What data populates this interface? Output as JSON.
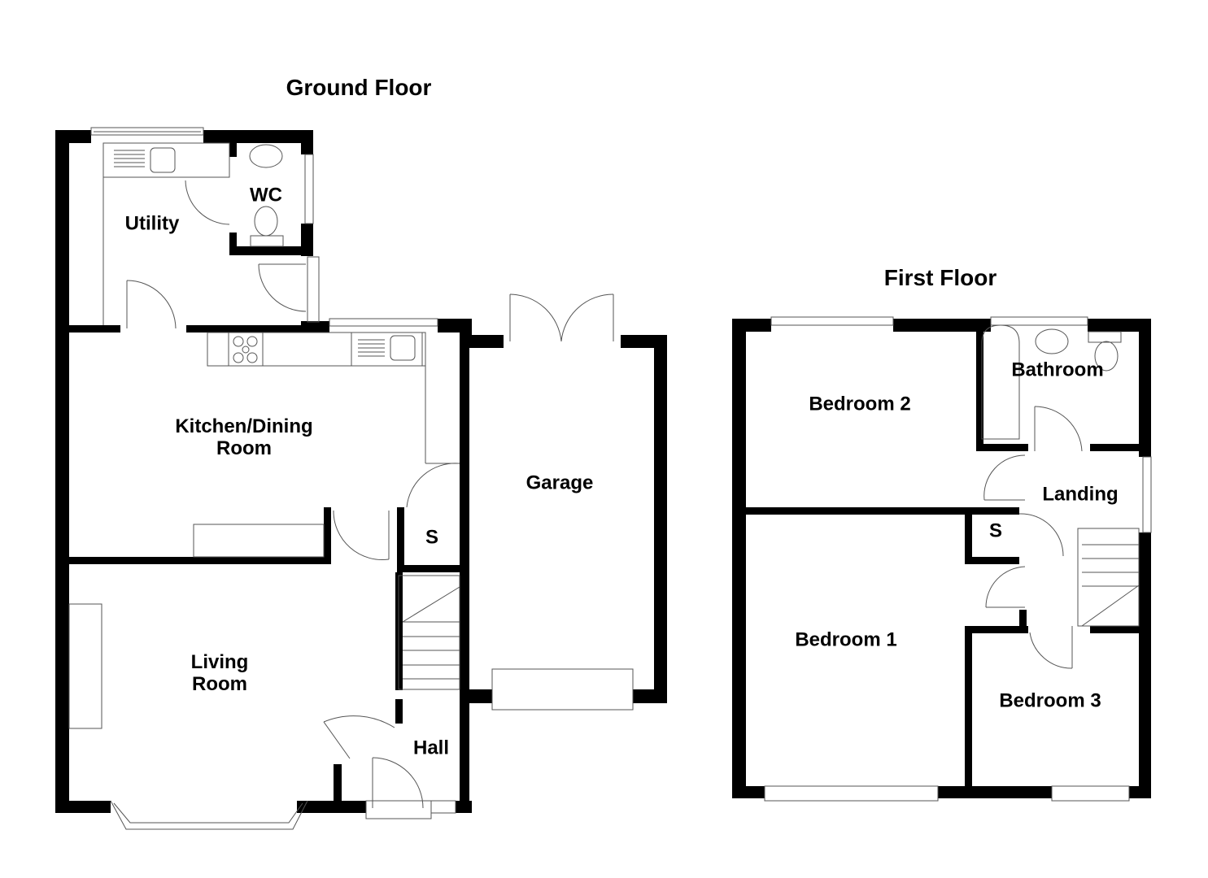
{
  "ground_floor": {
    "title": "Ground Floor",
    "rooms": {
      "utility": "Utility",
      "wc": "WC",
      "kitchen_line1": "Kitchen/Dining",
      "kitchen_line2": "Room",
      "store": "S",
      "garage": "Garage",
      "living_line1": "Living",
      "living_line2": "Room",
      "hall": "Hall"
    }
  },
  "first_floor": {
    "title": "First Floor",
    "rooms": {
      "bedroom2": "Bedroom 2",
      "bathroom": "Bathroom",
      "landing": "Landing",
      "store": "S",
      "bedroom1": "Bedroom 1",
      "bedroom3": "Bedroom 3"
    }
  },
  "colors": {
    "wall": "#000000",
    "fixture_line": "#555555",
    "background": "#ffffff"
  }
}
